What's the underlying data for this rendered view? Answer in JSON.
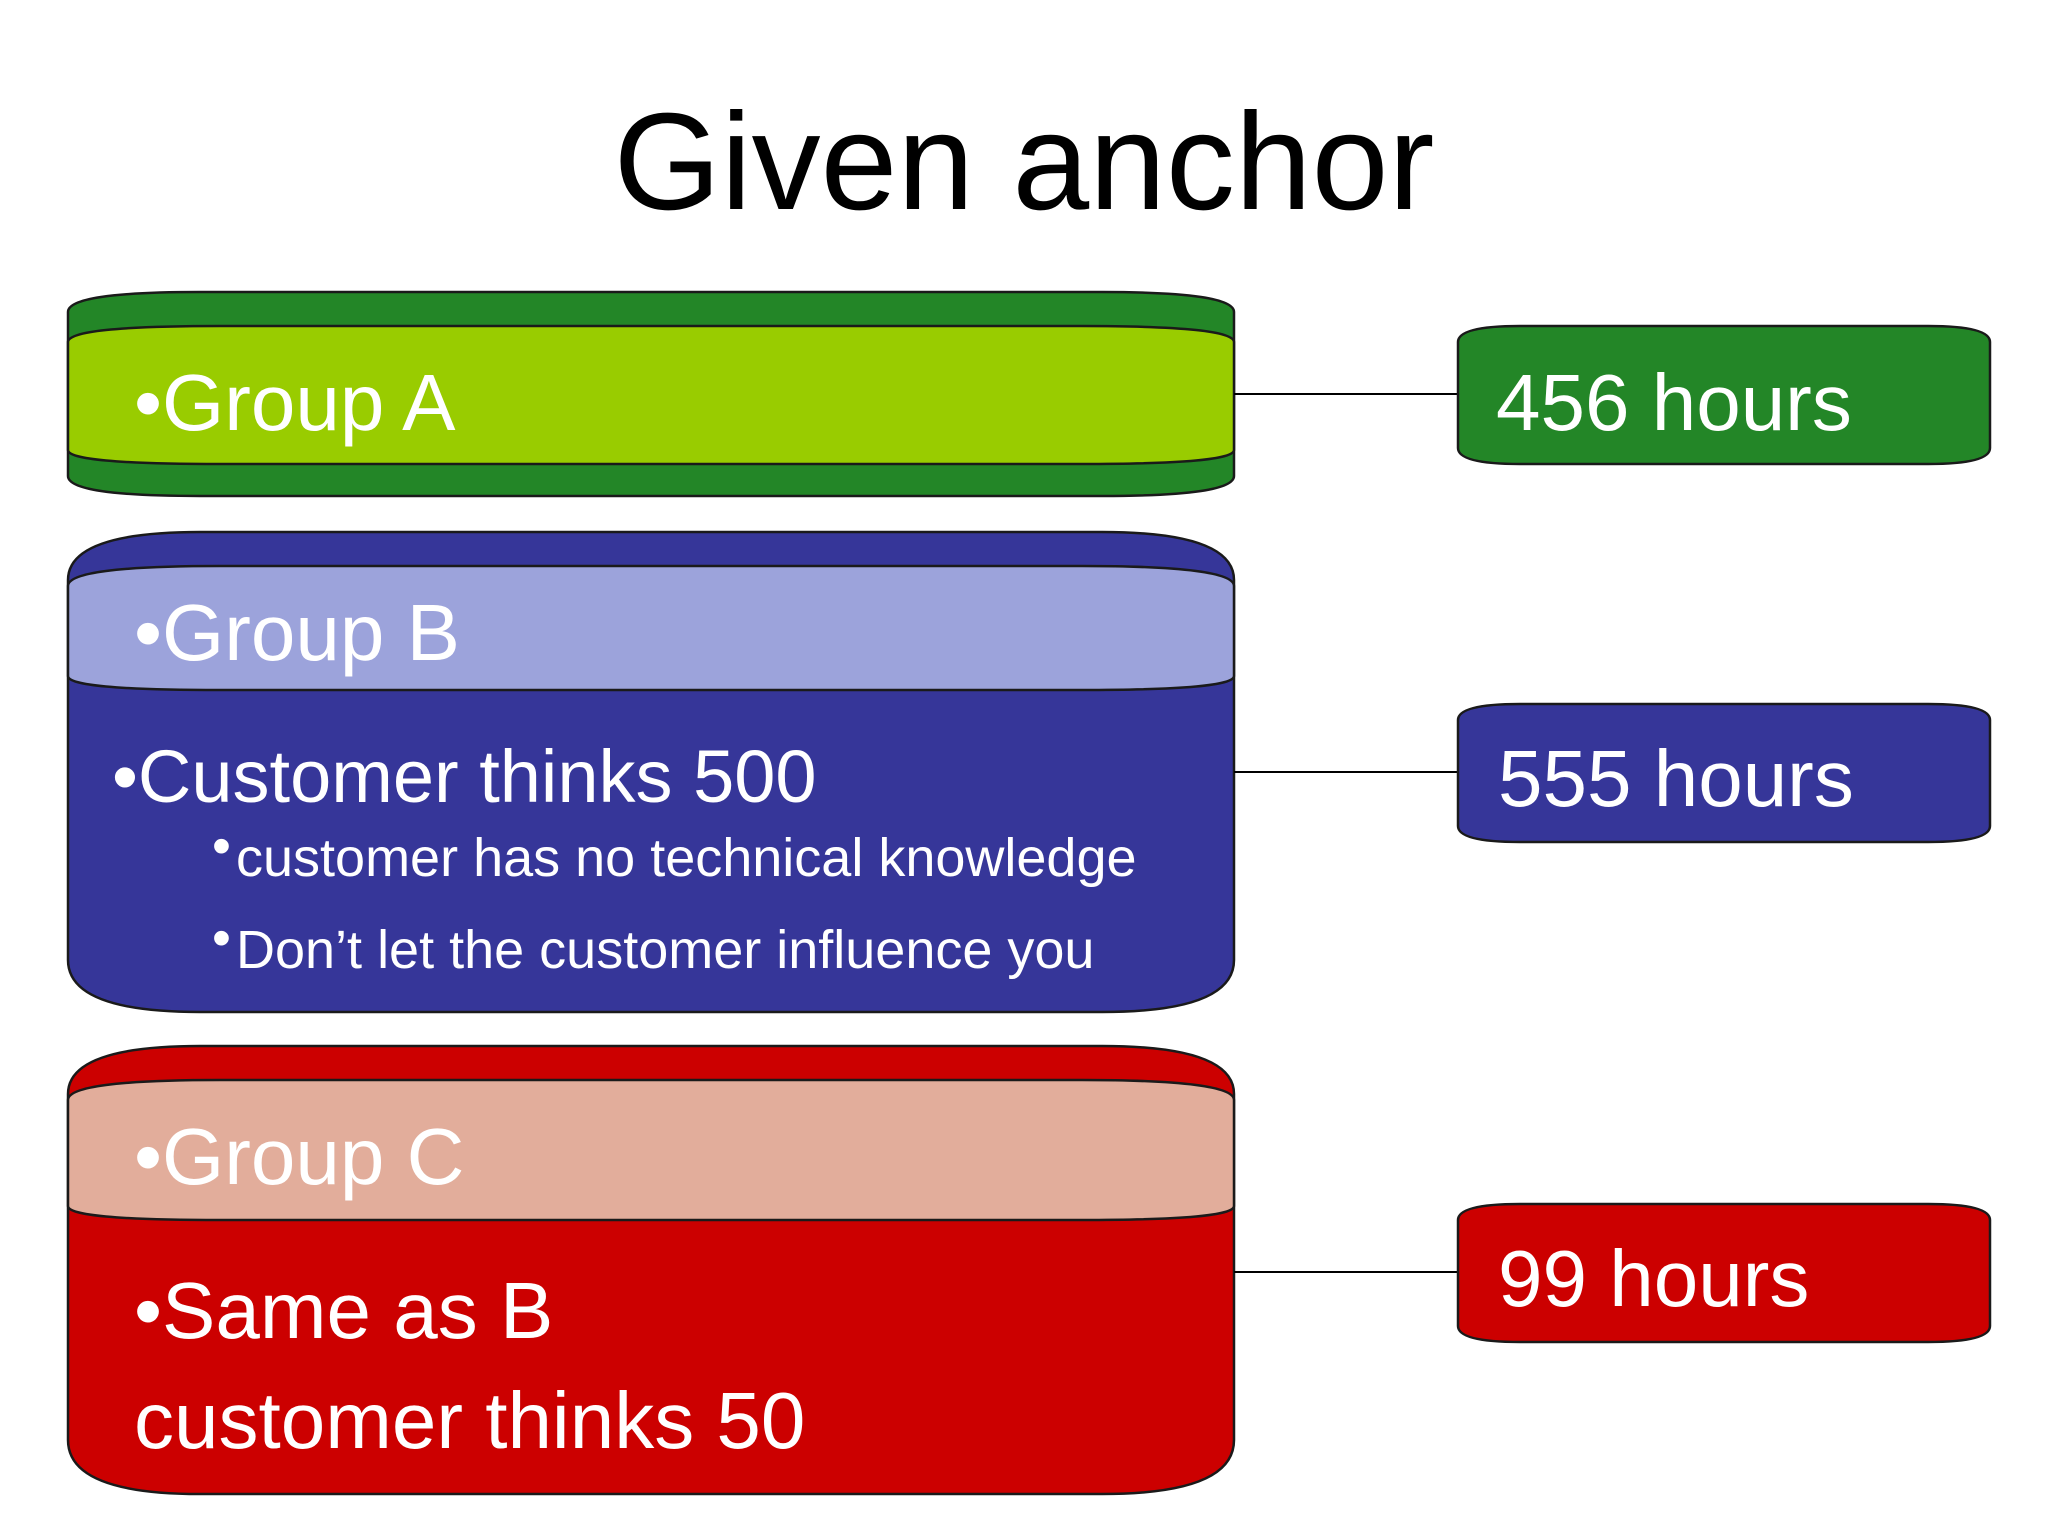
{
  "title": "Given anchor",
  "colors": {
    "group_a_dark": "#238627",
    "group_a_light": "#99CC00",
    "group_b_dark": "#363699",
    "group_b_light": "#9CA3DB",
    "group_c_dark": "#CC0000",
    "group_c_light": "#E2AD9B",
    "outline": "#1a1a1a",
    "connector": "#000000",
    "text": "#ffffff"
  },
  "group_a": {
    "label": "•Group A",
    "hours": "456 hours"
  },
  "group_b": {
    "label": "•Group B",
    "line1": "•Customer thinks 500",
    "sub1_bullet": "•",
    "sub1": "customer has no technical knowledge",
    "sub2_bullet": "•",
    "sub2": "Don’t let the customer influence you",
    "hours": "555 hours"
  },
  "group_c": {
    "label": "•Group C",
    "line1": "•Same as B",
    "line2": "customer thinks 50",
    "hours": "99 hours"
  }
}
